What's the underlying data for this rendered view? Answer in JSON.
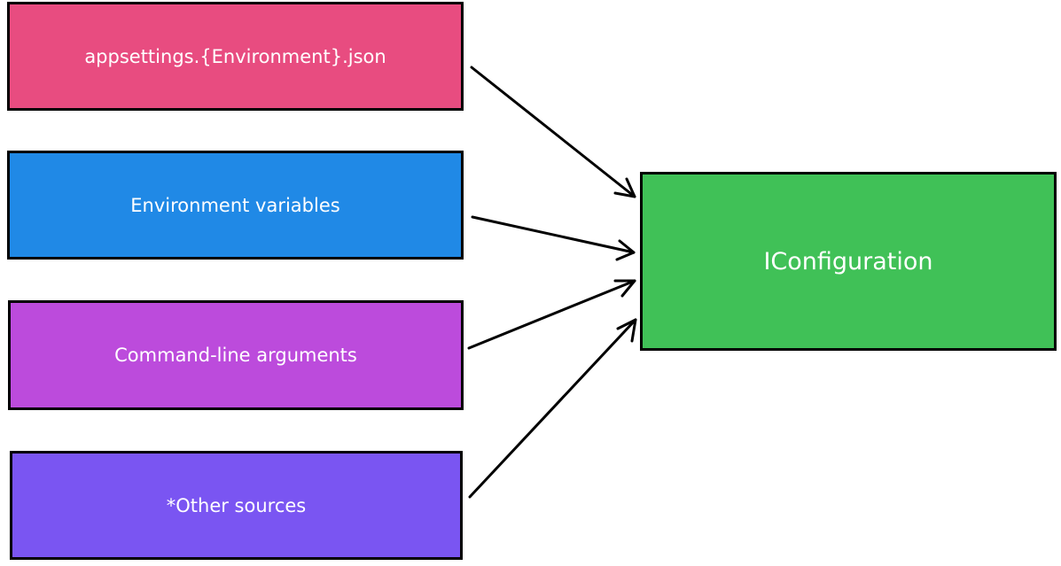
{
  "sources": [
    {
      "label": "appsettings.{Environment}.json",
      "color": "#e84c80"
    },
    {
      "label": "Environment variables",
      "color": "#2089e6"
    },
    {
      "label": "Command-line arguments",
      "color": "#bc4bdc"
    },
    {
      "label": "*Other sources",
      "color": "#7a55f2"
    }
  ],
  "target": {
    "label": "IConfiguration",
    "color": "#40c157"
  }
}
